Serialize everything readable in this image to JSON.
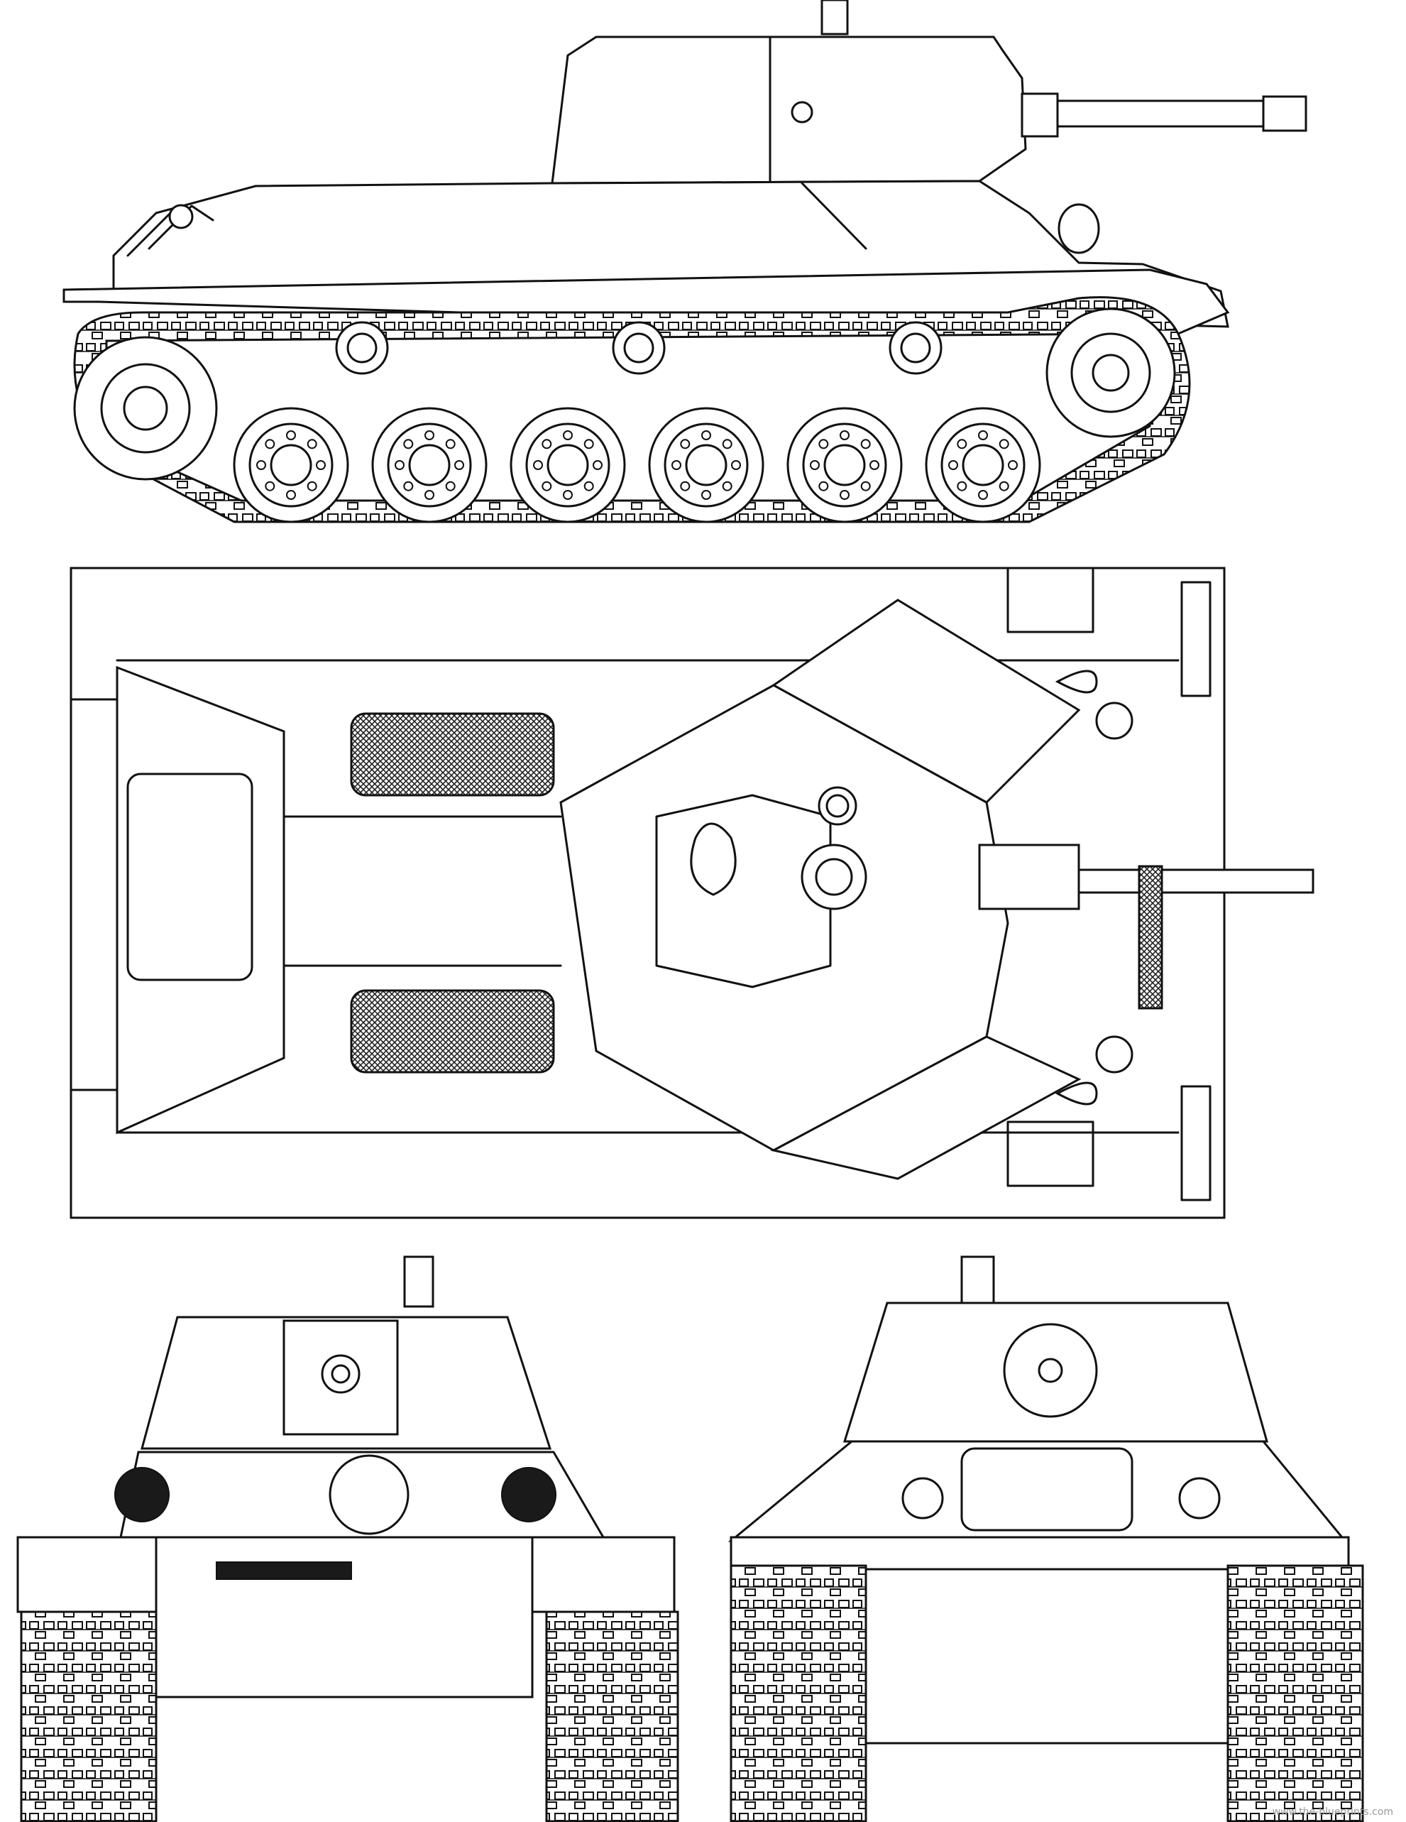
{
  "figure": {
    "subject": "light-tank",
    "views": [
      {
        "id": "side-view",
        "road_wheels": 6,
        "return_rollers": 3
      },
      {
        "id": "top-view"
      },
      {
        "id": "front-view"
      },
      {
        "id": "rear-view"
      }
    ]
  },
  "watermark": {
    "text": "www.the-blueprints.com"
  },
  "colors": {
    "line": "#111111",
    "background": "#ffffff",
    "fill_dark": "#1a1a1a"
  }
}
